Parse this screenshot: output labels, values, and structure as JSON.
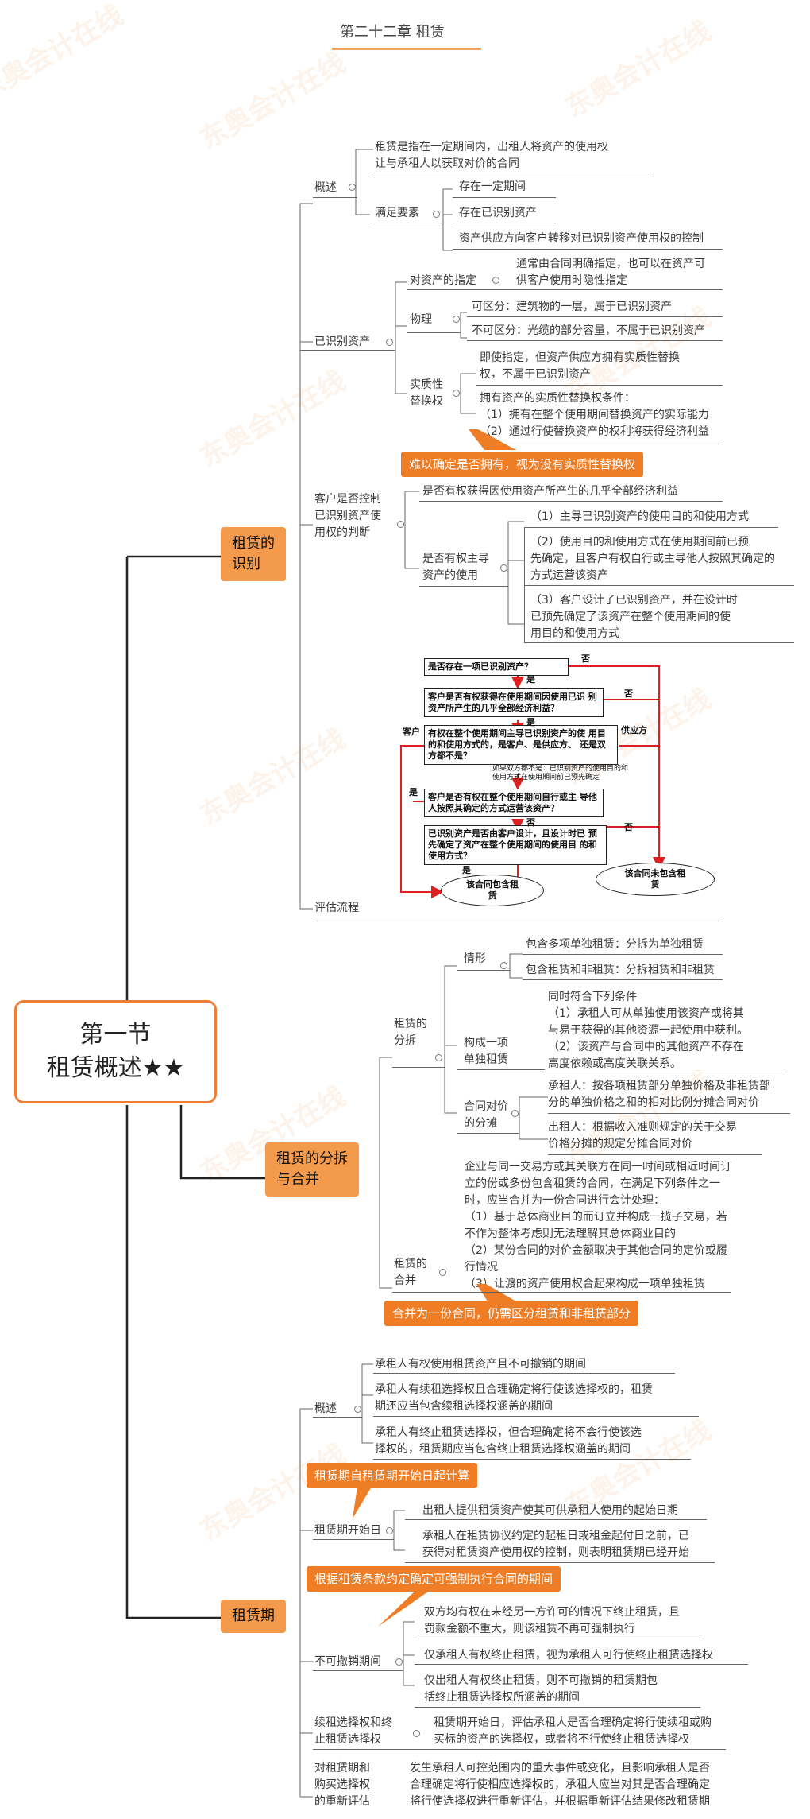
{
  "header": {
    "chapter": "第二十二章 租赁"
  },
  "root": {
    "line1": "第一节",
    "line2": "租赁概述★★"
  },
  "watermark": "东奥会计在线",
  "accent_color": "#ee7d25",
  "sec1": {
    "title": "租赁的\n识别",
    "overview": {
      "label": "概述",
      "definition": "租赁是指在一定期间内，出租人将资产的使用权\n让与承租人以获取对价的合同",
      "conditions_label": "满足要素",
      "conditions": [
        "存在一定期间",
        "存在已识别资产",
        "资产供应方向客户转移对已识别资产使用权的控制"
      ]
    },
    "asset": {
      "label": "已识别资产",
      "designation_label": "对资产的指定",
      "designation_text": "通常由合同明确指定，也可以在资产可\n供客户使用时隐性指定",
      "physical_label": "物理",
      "physical": [
        "可区分：建筑物的一层，属于已识别资产",
        "不可区分：光缆的部分容量，不属于已识别资产"
      ],
      "subst_label": "实质性\n替换权",
      "subst_1": "即使指定，但资产供应方拥有实质性替换\n权，不属于已识别资产",
      "subst_2": "拥有资产的实质性替换权条件：\n（1）拥有在整个使用期间替换资产的实际能力\n（2）通过行使替换资产的权利将获得经济利益",
      "note": "难以确定是否拥有，视为没有实质性替换权"
    },
    "control": {
      "label": "客户是否控制\n已识别资产使\n用权的判断",
      "benefit": "是否有权获得因使用资产所产生的几乎全部经济利益",
      "direct_label": "是否有权主导\n资产的使用",
      "direct": [
        "（1）主导已识别资产的使用目的和使用方式",
        "（2）使用目的和使用方式在使用期间前已预\n先确定，且客户有权自行或主导他人按照其确定的\n方式运营该资产",
        "（3）客户设计了已识别资产，并在设计时\n已预先确定了该资产在整个使用期间的使\n用目的和使用方式"
      ]
    },
    "flow": {
      "label": "评估流程",
      "q1": "是否存在一项已识别资产？",
      "q2": "客户是否有权获得在使用期间因使用已识\n别资产所产生的几乎全部经济利益？",
      "q3": "有权在整个使用期间主导已识别资产的使\n用目的和使用方式的，是客户、是供应方、\n还是双方都不是？",
      "q3_note": "如果双方都不是：已识别资产的使用目的和\n使用方式在使用期间前已预先确定",
      "q4": "客户是否有权在整个使用期间自行或主\n导他人按照其确定的方式运营该资产？",
      "q5": "已识别资产是否由客户设计，且设计时已\n预先确定了资产在整个使用期间的使用目\n的和使用方式？",
      "end_yes": "该合同包含租\n赁",
      "end_no": "该合同未包含租\n赁",
      "yes": "是",
      "no": "否",
      "customer": "客户",
      "supplier": "供应方"
    }
  },
  "sec2": {
    "title": "租赁的分拆\n与合并",
    "split_label": "租赁的\n分拆",
    "situation_label": "情形",
    "situations": [
      "包含多项单独租赁：分拆为单独租赁",
      "包含租赁和非租赁：分拆租赁和非租赁"
    ],
    "separate_label": "构成一项\n单独租赁",
    "separate_text": "同时符合下列条件\n（1）承租人可从单独使用该资产或将其\n与易于获得的其他资源一起使用中获利。\n（2）该资产与合同中的其他资产不存在\n高度依赖或高度关联关系。",
    "alloc_label": "合同对价\n的分摊",
    "alloc": [
      "承租人：按各项租赁部分单独价格及非租赁部\n分的单独价格之和的相对比例分摊合同对价",
      "出租人：根据收入准则规定的关于交易\n价格分摊的规定分摊合同对价"
    ],
    "merge_label": "租赁的\n合并",
    "merge_text": "企业与同一交易方或其关联方在同一时间或相近时间订\n立的份或多份包含租赁的合同，在满足下列条件之一\n时，应当合并为一份合同进行会计处理：\n（1）基于总体商业目的而订立并构成一揽子交易，若\n不作为整体考虑则无法理解其总体商业目的\n（2）某份合同的对价金额取决于其他合同的定价或履\n行情况\n（3）让渡的资产使用权合起来构成一项单独租赁",
    "merge_note": "合并为一份合同，仍需区分租赁和非租赁部分"
  },
  "sec3": {
    "title": "租赁期",
    "overview_label": "概述",
    "overview": [
      "承租人有权使用租赁资产且不可撤销的期间",
      "承租人有续租选择权且合理确定将行使该选择权的，租赁\n期还应当包含续租选择权涵盖的期间",
      "承租人有终止租赁选择权，但合理确定将不会行使该选\n择权的，租赁期应当包含终止租赁选择权涵盖的期间"
    ],
    "note1": "租赁期自租赁期开始日起计算",
    "start_label": "租赁期开始日",
    "start": [
      "出租人提供租赁资产使其可供承租人使用的起始日期",
      "承租人在租赁协议约定的起租日或租金起付日之前，已\n获得对租赁资产使用权的控制，则表明租赁期已经开始"
    ],
    "note2": "根据租赁条款约定确定可强制执行合同的期间",
    "noncancel_label": "不可撤销期间",
    "noncancel": [
      "双方均有权在未经另一方许可的情况下终止租赁，且\n罚款金额不重大，则该租赁不再可强制执行",
      "仅承租人有权终止租赁，视为承租人可行使终止租赁选择权",
      "仅出租人有权终止租赁，则不可撤销的租赁期包\n括终止租赁选择权所涵盖的期间"
    ],
    "option_label": "续租选择权和终\n止租赁选择权",
    "option_text": "租赁期开始日，评估承租人是否合理确定将行使续租或购\n买标的资产的选择权，或者将不行使终止租赁选择权",
    "reassess_label": "对租赁期和\n购买选择权\n的重新评估",
    "reassess_text": "发生承租人可控范围内的重大事件或变化，且影响承租人是否\n合理确定将行使相应选择权的，承租人应当对其是否合理确定\n将行使选择权进行重新评估，并根据重新评估结果修改租赁期"
  }
}
